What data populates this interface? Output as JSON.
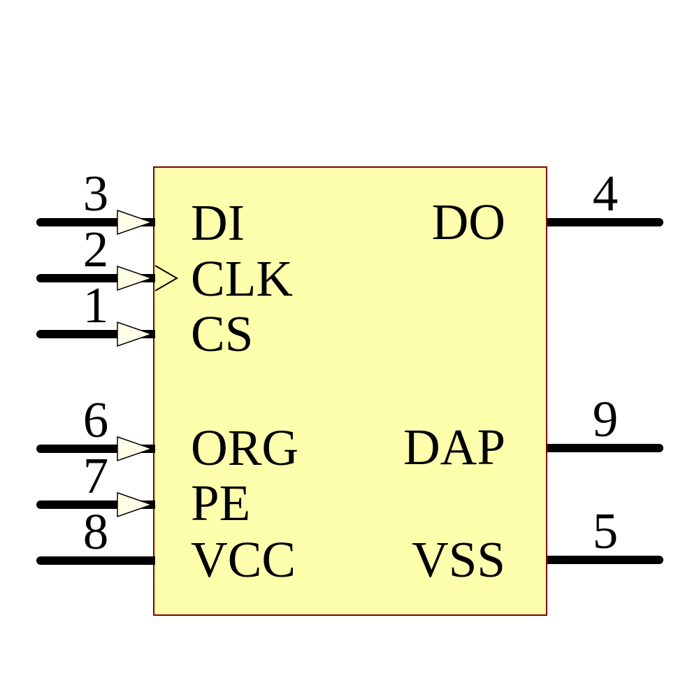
{
  "theme": {
    "body-fill": "#FDFFAC",
    "body-border": "#7E0000",
    "arrow-fill": "#FFFFE8",
    "ink": "#000000",
    "bg": "#FFFFFF"
  },
  "diagram": {
    "kind": "ic-schematic-symbol",
    "icons": [
      "input-arrow-icon",
      "clock-edge-icon"
    ]
  },
  "pins": {
    "left": [
      {
        "number": "3",
        "label": "DI",
        "has_arrow": true,
        "has_clock_mark": false
      },
      {
        "number": "2",
        "label": "CLK",
        "has_arrow": true,
        "has_clock_mark": true
      },
      {
        "number": "1",
        "label": "CS",
        "has_arrow": true,
        "has_clock_mark": false
      },
      {
        "number": "6",
        "label": "ORG",
        "has_arrow": true,
        "has_clock_mark": false
      },
      {
        "number": "7",
        "label": "PE",
        "has_arrow": true,
        "has_clock_mark": false
      },
      {
        "number": "8",
        "label": "VCC",
        "has_arrow": false,
        "has_clock_mark": false
      }
    ],
    "right": [
      {
        "number": "4",
        "label": "DO"
      },
      {
        "number": "9",
        "label": "DAP"
      },
      {
        "number": "5",
        "label": "VSS"
      }
    ]
  }
}
